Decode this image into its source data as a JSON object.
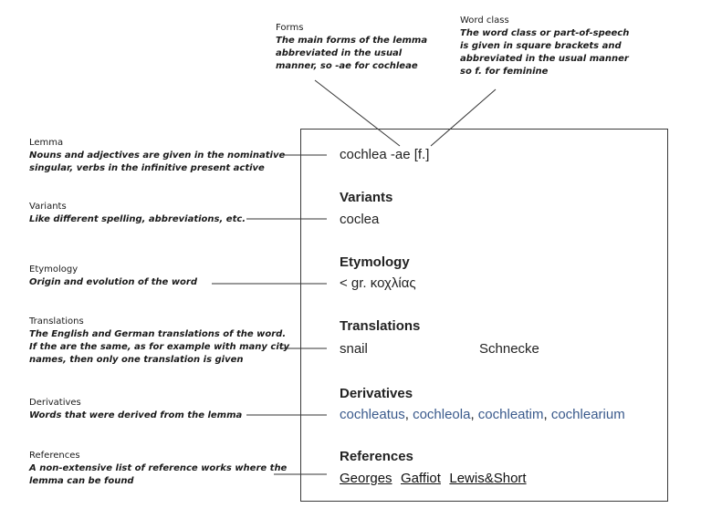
{
  "annotations": {
    "forms": {
      "title": "Forms",
      "desc": [
        "The main forms of the lemma",
        "abbreviated in the usual",
        "manner, so -ae for cochleae"
      ]
    },
    "word_class": {
      "title": "Word class",
      "desc": [
        "The word class or part-of-speech",
        "is given in square brackets and",
        "abbreviated in the usual manner",
        "so f. for feminine"
      ]
    },
    "lemma": {
      "title": "Lemma",
      "desc": [
        "Nouns and adjectives are given in the nominative",
        "singular, verbs in the infinitive present active"
      ]
    },
    "variants": {
      "title": "Variants",
      "desc": [
        "Like different spelling, abbreviations, etc."
      ]
    },
    "etymology": {
      "title": "Etymology",
      "desc": [
        "Origin and evolution of the word"
      ]
    },
    "translations": {
      "title": "Translations",
      "desc": [
        "The English and German translations of the word.",
        "If the are the same, as for example with many city",
        "names, then only one translation is given"
      ]
    },
    "derivatives": {
      "title": "Derivatives",
      "desc": [
        "Words that were derived from the lemma"
      ]
    },
    "references": {
      "title": "References",
      "desc": [
        "A non-extensive list of reference works where the",
        "lemma can be found"
      ]
    }
  },
  "entry": {
    "lemma_line": "cochlea -ae [f.]",
    "variants": {
      "heading": "Variants",
      "value": "coclea"
    },
    "etymology": {
      "heading": "Etymology",
      "value": "< gr. κοχλίας"
    },
    "translations": {
      "heading": "Translations",
      "english": "snail",
      "german": "Schnecke"
    },
    "derivatives": {
      "heading": "Derivatives",
      "items": [
        "cochleatus",
        "cochleola",
        "cochleatim",
        "cochlearium"
      ],
      "separator": ","
    },
    "references": {
      "heading": "References",
      "items": [
        "Georges",
        "Gaffiot",
        "Lewis&Short"
      ]
    }
  }
}
